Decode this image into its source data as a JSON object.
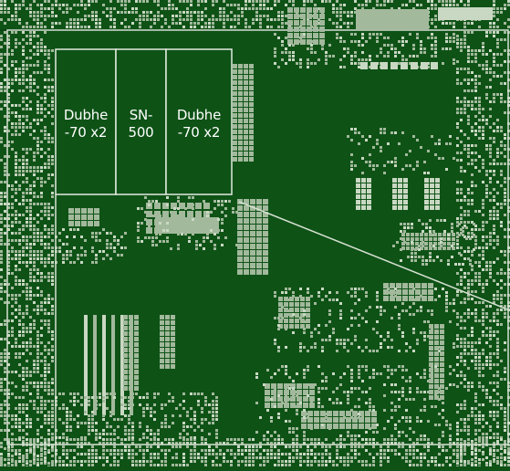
{
  "colors": {
    "board": "#0e5216",
    "board_dark": "#0b4513",
    "component": "#a2b99c",
    "component_light": "#c9d8c3",
    "outline": "#d7e2d3"
  },
  "modules": [
    {
      "line1": "Dubhe",
      "line2": "-70 x2"
    },
    {
      "line1": "SN-",
      "line2": "500"
    },
    {
      "line1": "Dubhe",
      "line2": "-70 x2"
    }
  ]
}
